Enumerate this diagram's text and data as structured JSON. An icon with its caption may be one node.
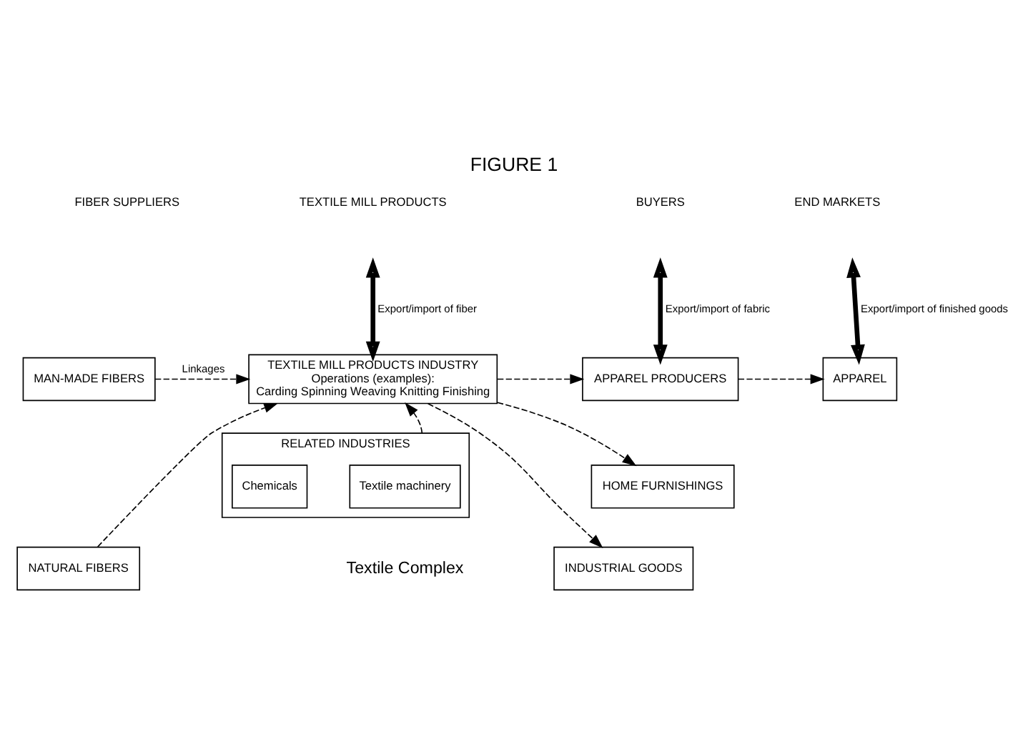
{
  "diagram": {
    "title": "FIGURE 1",
    "caption": "Textile Complex",
    "nodes": [
      {
        "text": [
          "MAN-MADE FIBERS"
        ]
      },
      {
        "text": [
          "NATURAL FIBERS"
        ]
      },
      {
        "text": [
          "TEXTILE MILL PRODUCTS INDUSTRY",
          "Operations (examples):",
          "Carding Spinning Weaving Knitting Finishing"
        ]
      },
      {
        "text": [
          "APPAREL PRODUCERS"
        ]
      },
      {
        "text": [
          "APPAREL"
        ]
      },
      {
        "text": [
          "HOME FURNISHINGS"
        ]
      },
      {
        "text": [
          "INDUSTRIAL GOODS"
        ]
      },
      {
        "text": [
          "RELATED INDUSTRIES"
        ]
      },
      {
        "text": [
          "Textile machinery"
        ],
        "in": 7
      },
      {
        "text": [
          "Chemicals"
        ],
        "in": 7
      }
    ],
    "edges": [
      {
        "from": 0,
        "to": 2,
        "arrow": "to",
        "style": "dashed",
        "label": "Linkages"
      },
      {
        "from": 1,
        "to": 2,
        "arrow": "to",
        "style": "dashed"
      },
      {
        "from": null,
        "to": 2,
        "arrow": "both",
        "style": "thick",
        "label": "Export/import of fiber"
      },
      {
        "from": 2,
        "to": 3,
        "arrow": "to",
        "style": "dashed"
      },
      {
        "from": 2,
        "to": 5,
        "arrow": "to",
        "style": "dashed"
      },
      {
        "from": 2,
        "to": 6,
        "arrow": "to",
        "style": "dashed"
      },
      {
        "from": 3,
        "to": 4,
        "arrow": "to",
        "style": "dashed"
      },
      {
        "from": null,
        "to": 3,
        "arrow": "both",
        "style": "thick",
        "label": "Export/import of fabric"
      },
      {
        "from": null,
        "to": 4,
        "arrow": "both",
        "style": "thick",
        "label": "Export/import of finished goods"
      },
      {
        "from": 7,
        "to": 2,
        "arrow": "to",
        "style": "dashed"
      }
    ],
    "labels": [
      "FIBER SUPPLIERS",
      "TEXTILE MILL PRODUCTS",
      "BUYERS",
      "END MARKETS"
    ]
  }
}
